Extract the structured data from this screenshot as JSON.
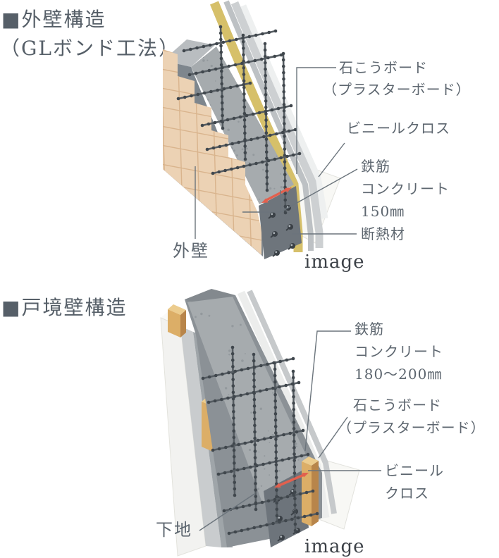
{
  "page_title": "外壁・戸境壁構造図",
  "colors": {
    "text": "#5d666f",
    "heading": "#565f68",
    "caption": "#3d4248",
    "leader": "#6b747c",
    "arrow": "#e2604e",
    "tile": "#ecd2b4",
    "tile-line": "#d9b48d",
    "insulation": "#d6c06a",
    "batten": "#dcae67",
    "board-white": "#f2f2f0"
  },
  "sections": [
    {
      "heading_line1": "■外壁構造",
      "heading_line2": "（GLボンド工法）",
      "caption": "image",
      "labels": {
        "gypsum1": "石こうボード",
        "gypsum2": "（プラスターボード）",
        "vinyl": "ビニールクロス",
        "rebar1": "鉄筋",
        "rebar2": "コンクリート",
        "rebar3": "150㎜",
        "insulation": "断熱材",
        "outer_wall": "外壁"
      }
    },
    {
      "heading_line1": "■戸境壁構造",
      "caption": "image",
      "labels": {
        "rebar1": "鉄筋",
        "rebar2": "コンクリート",
        "rebar3": "180〜200㎜",
        "gypsum1": "石こうボード",
        "gypsum2": "（プラスターボード）",
        "vinyl1": "ビニール",
        "vinyl2": "クロス",
        "base": "下地"
      }
    }
  ]
}
